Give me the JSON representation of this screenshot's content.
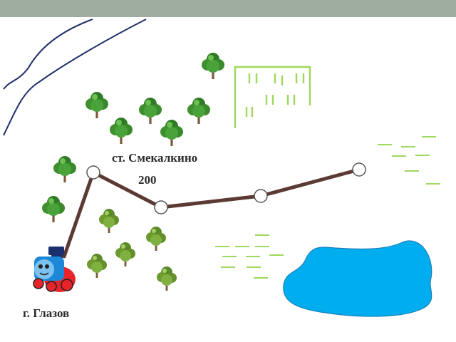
{
  "labels": {
    "station": "ст. Смекалкино",
    "distance": "200",
    "city": "г. Глазов"
  },
  "icons": {
    "train": "cartoon-train-icon",
    "tree": "tree-icon",
    "lake": "lake-icon",
    "river": "river-icon",
    "field": "fenced-field-icon",
    "meadow": "grass-meadow-icon"
  },
  "colors": {
    "top_bar": "#9fada0",
    "river": "#1f2f6b",
    "route": "#5a3a32",
    "station_node": "#ffffff",
    "grass": "#9ed85c",
    "lake": "#00aeef",
    "tree_leaf": "#3f8f2f",
    "tree_trunk": "#7a5a3a"
  }
}
